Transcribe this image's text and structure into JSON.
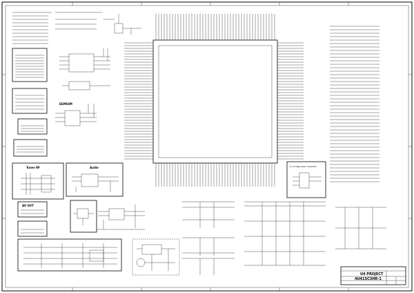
{
  "title_block": {
    "project": "U4 PROJECT",
    "drawing_no": "4U41SC3HR-1"
  },
  "blocks": {
    "eeprom": "EEPROM",
    "audio": "Audio",
    "tuner": "Tuner RF",
    "ic_config": "IC Configuration Selection",
    "av_out": "AV OUT"
  }
}
